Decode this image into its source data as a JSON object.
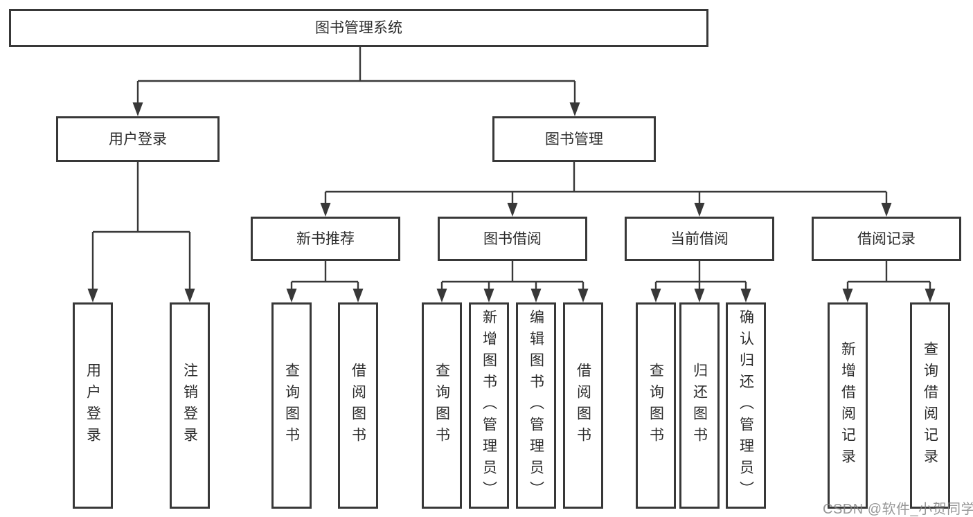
{
  "diagram": {
    "root": {
      "label": "图书管理系统"
    },
    "level2": [
      {
        "label": "用户登录"
      },
      {
        "label": "图书管理"
      }
    ],
    "level3": [
      {
        "label": "新书推荐"
      },
      {
        "label": "图书借阅"
      },
      {
        "label": "当前借阅"
      },
      {
        "label": "借阅记录"
      }
    ],
    "leaves": {
      "user_login": [
        "用户登录",
        "注销登录"
      ],
      "new_book": [
        "查询图书",
        "借阅图书"
      ],
      "book_borrow": [
        "查询图书",
        "新增图书（管理员）",
        "编辑图书（管理员）",
        "借阅图书"
      ],
      "current_borrow": [
        "查询图书",
        "归还图书",
        "确认归还（管理员）"
      ],
      "records": [
        "新增借阅记录",
        "查询借阅记录"
      ]
    },
    "watermark": "CSDN @软件_小贺同学",
    "colors": {
      "line": "#383838",
      "box_border": "#383838",
      "text": "#2b2b2b",
      "watermark": "#9a9a9a",
      "background": "#ffffff"
    }
  }
}
